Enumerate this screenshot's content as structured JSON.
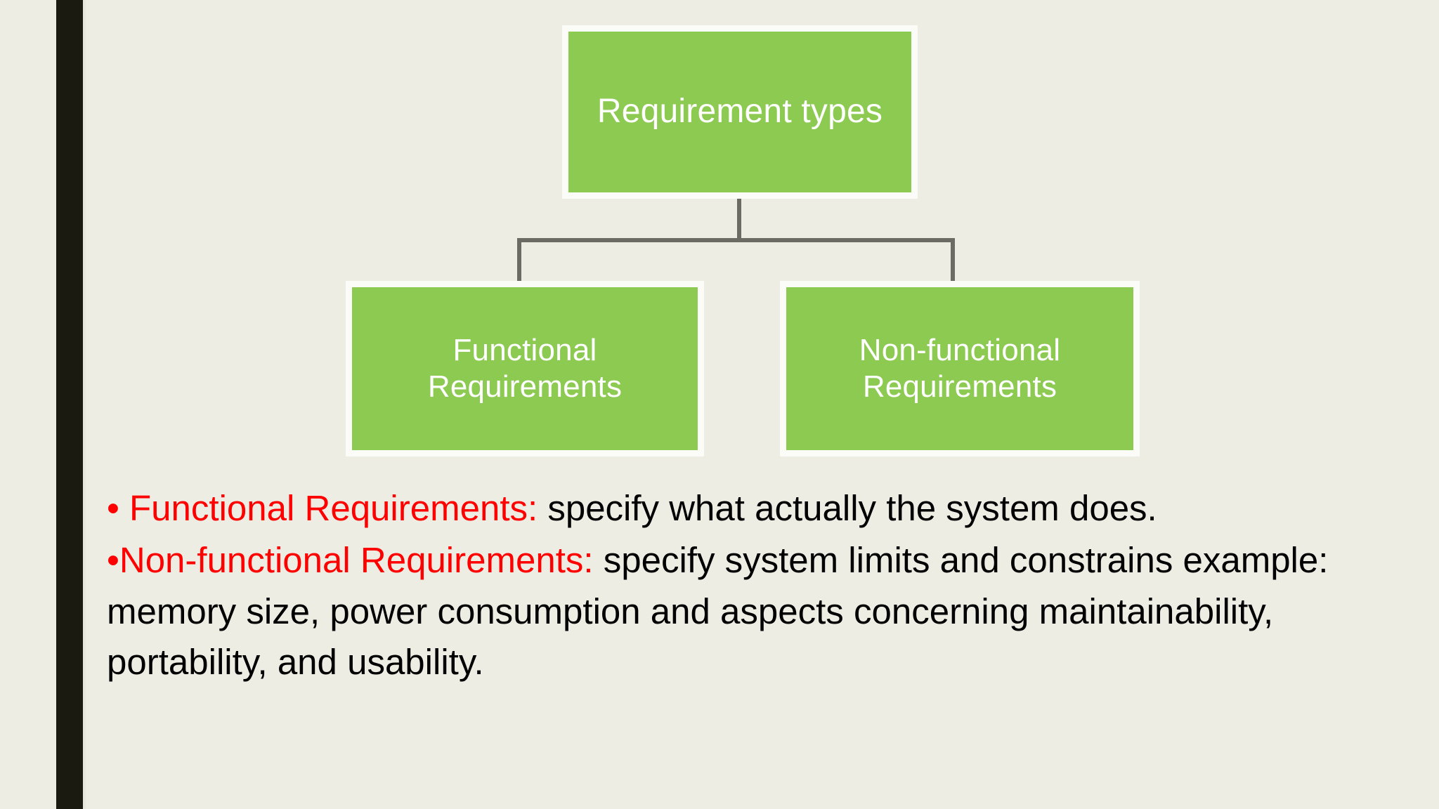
{
  "slide": {
    "background_color": "#EDEDE3",
    "accent_stripe_color": "#1B1A10",
    "node_fill_color": "#8CCA51",
    "node_border_color": "#FBFBF7",
    "connector_color": "#6B6B63",
    "highlight_color": "#FF0000",
    "body_color": "#000000"
  },
  "diagram": {
    "root": {
      "label": "Requirement types"
    },
    "children": [
      {
        "label": "Functional\nRequirements",
        "line1": "Functional",
        "line2": "Requirements"
      },
      {
        "label": "Non-functional\nRequirements",
        "line1": "Non-functional",
        "line2": "Requirements"
      }
    ]
  },
  "body": {
    "paragraphs": [
      {
        "bullet": "•",
        "space_after_bullet": "  ",
        "label": "Functional Requirements:",
        "text": " specify what actually the system does."
      },
      {
        "bullet": "•",
        "space_after_bullet": "",
        "label": "Non-functional Requirements:",
        "text": " specify system limits and constrains example: memory size, power consumption and aspects concerning maintainability, portability, and usability."
      }
    ]
  }
}
